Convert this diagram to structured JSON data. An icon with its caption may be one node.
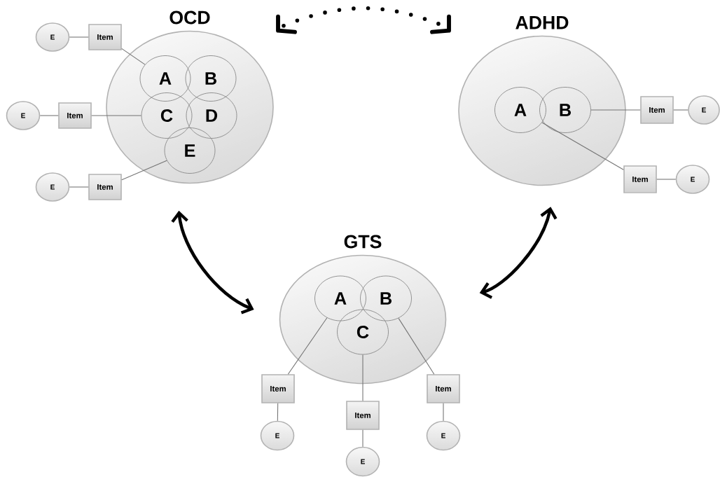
{
  "diagram": {
    "nodes": [
      {
        "text": [
          "OCD"
        ]
      },
      {
        "text": [
          "A"
        ],
        "in": 0
      },
      {
        "text": [
          "B"
        ],
        "in": 0
      },
      {
        "text": [
          "C"
        ],
        "in": 0
      },
      {
        "text": [
          "D"
        ],
        "in": 0
      },
      {
        "text": [
          "E"
        ],
        "in": 0
      },
      {
        "text": [
          "Item"
        ]
      },
      {
        "text": [
          "E"
        ]
      },
      {
        "text": [
          "Item"
        ]
      },
      {
        "text": [
          "E"
        ]
      },
      {
        "text": [
          "Item"
        ]
      },
      {
        "text": [
          "E"
        ]
      },
      {
        "text": [
          "ADHD"
        ]
      },
      {
        "text": [
          "A"
        ],
        "in": 12
      },
      {
        "text": [
          "B"
        ],
        "in": 12
      },
      {
        "text": [
          "Item"
        ]
      },
      {
        "text": [
          "E"
        ]
      },
      {
        "text": [
          "Item"
        ]
      },
      {
        "text": [
          "E"
        ]
      },
      {
        "text": [
          "GTS"
        ]
      },
      {
        "text": [
          "A"
        ],
        "in": 19
      },
      {
        "text": [
          "B"
        ],
        "in": 19
      },
      {
        "text": [
          "C"
        ],
        "in": 19
      },
      {
        "text": [
          "Item"
        ]
      },
      {
        "text": [
          "E"
        ]
      },
      {
        "text": [
          "Item"
        ]
      },
      {
        "text": [
          "E"
        ]
      },
      {
        "text": [
          "Item"
        ]
      },
      {
        "text": [
          "E"
        ]
      }
    ],
    "edges": [
      {
        "from": 0,
        "to": 19,
        "arrow": "both",
        "style": "thick",
        "color": "#000000"
      },
      {
        "from": 12,
        "to": 19,
        "arrow": "both",
        "style": "thick",
        "color": "#000000"
      },
      {
        "from": 0,
        "to": 12,
        "arrow": "other",
        "style": "dashed",
        "color": "#000000"
      },
      {
        "from": 7,
        "to": 6,
        "arrow": "none"
      },
      {
        "from": 6,
        "to": 1,
        "arrow": "none"
      },
      {
        "from": 9,
        "to": 8,
        "arrow": "none"
      },
      {
        "from": 8,
        "to": 3,
        "arrow": "none"
      },
      {
        "from": 11,
        "to": 10,
        "arrow": "none"
      },
      {
        "from": 10,
        "to": 5,
        "arrow": "none"
      },
      {
        "from": 14,
        "to": 15,
        "arrow": "none"
      },
      {
        "from": 15,
        "to": 16,
        "arrow": "none"
      },
      {
        "from": 13,
        "to": 17,
        "arrow": "none"
      },
      {
        "from": 17,
        "to": 18,
        "arrow": "none"
      },
      {
        "from": 20,
        "to": 23,
        "arrow": "none"
      },
      {
        "from": 23,
        "to": 24,
        "arrow": "none"
      },
      {
        "from": 22,
        "to": 25,
        "arrow": "none"
      },
      {
        "from": 25,
        "to": 26,
        "arrow": "none"
      },
      {
        "from": 21,
        "to": 27,
        "arrow": "none"
      },
      {
        "from": 27,
        "to": 28,
        "arrow": "none"
      }
    ]
  }
}
